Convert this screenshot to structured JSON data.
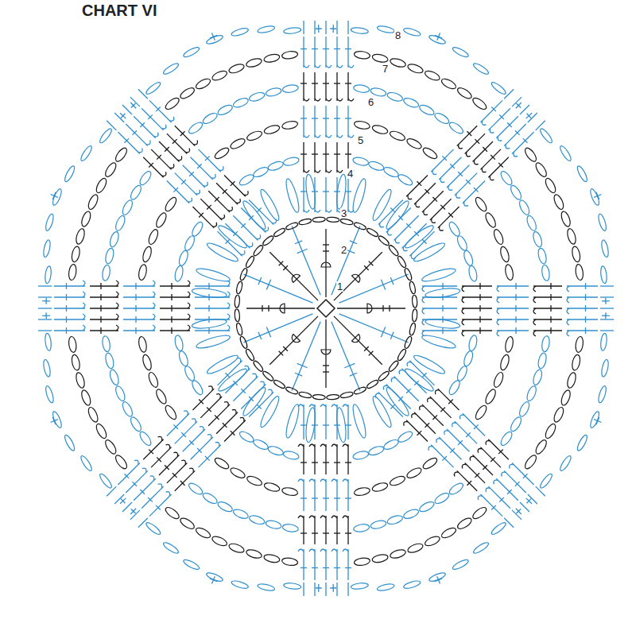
{
  "diagram": {
    "title": "CHART VI",
    "labels": [
      "1",
      "2",
      "3",
      "4",
      "5",
      "6",
      "7",
      "8"
    ]
  }
}
